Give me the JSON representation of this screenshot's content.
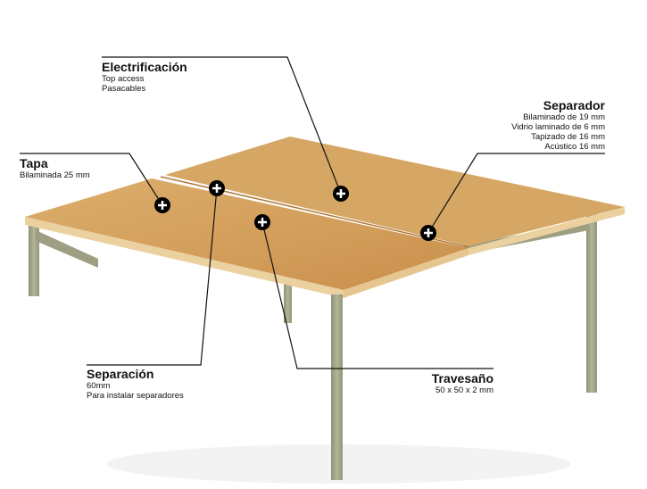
{
  "callouts": {
    "electrificacion": {
      "title": "Electrificación",
      "lines": [
        "Top access",
        "Pasacables"
      ]
    },
    "tapa": {
      "title": "Tapa",
      "lines": [
        "Bilaminada 25 mm"
      ]
    },
    "separador": {
      "title": "Separador",
      "lines": [
        "Bilaminado de 19 mm",
        "Vidrio laminado de 6 mm",
        "Tapizado de 16 mm",
        "Acústico 16 mm"
      ]
    },
    "separacion": {
      "title": "Separación",
      "lines": [
        "60mm",
        "Para instalar separadores"
      ]
    },
    "travesano": {
      "title": "Travesaño",
      "lines": [
        "50 x 50 x 2 mm"
      ]
    }
  },
  "colors": {
    "wood": "#d9a866",
    "wood_edge": "#f0d7a8",
    "leg": "#a9a98c",
    "line": "#111111"
  }
}
